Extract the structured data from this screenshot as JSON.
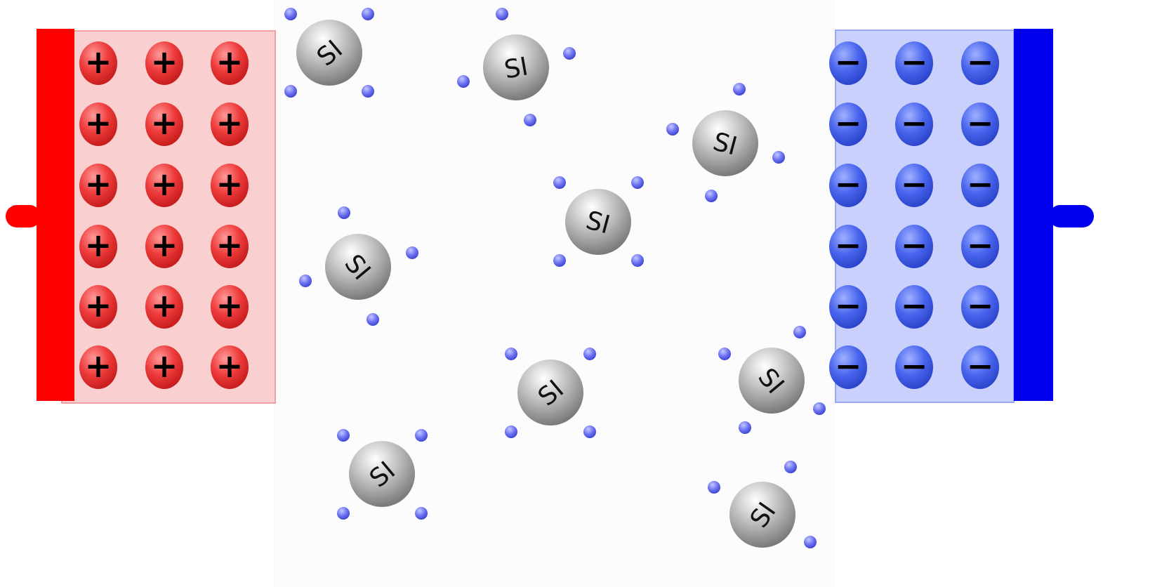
{
  "diagram": {
    "colors": {
      "p_region_fill": "#f9cfcf",
      "p_region_stroke": "#f0a0a0",
      "p_terminal": "#ff0000",
      "n_region_fill": "#c8d0fb",
      "n_region_stroke": "#9aa8f2",
      "n_terminal": "#0000ee",
      "hole_charge": "#ee3b3b",
      "electron_charge": "#4a66ee",
      "silicon_atom": "#a8a8a8",
      "valence_electron": "#6a70f0"
    },
    "p_region": {
      "charge_symbol": "+",
      "rows": 6,
      "cols": 3
    },
    "n_region": {
      "charge_symbol": "−",
      "rows": 6,
      "cols": 3
    },
    "silicon_atoms": [
      {
        "label": "SI",
        "rotation_deg": -40
      },
      {
        "label": "SI",
        "rotation_deg": -10
      },
      {
        "label": "SI",
        "rotation_deg": 15
      },
      {
        "label": "SI",
        "rotation_deg": 50
      },
      {
        "label": "SI",
        "rotation_deg": 15
      },
      {
        "label": "SI",
        "rotation_deg": -40
      },
      {
        "label": "SI",
        "rotation_deg": -40
      },
      {
        "label": "SI",
        "rotation_deg": 50
      },
      {
        "label": "SI",
        "rotation_deg": -55
      }
    ]
  }
}
